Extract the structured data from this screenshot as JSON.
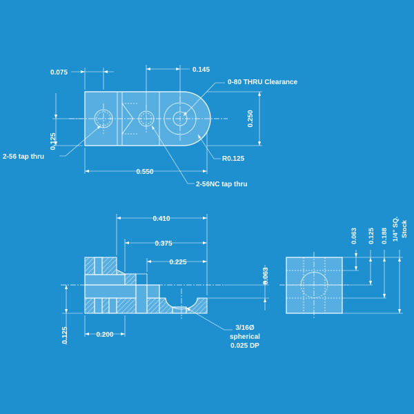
{
  "colors": {
    "background": "#1e8fcf",
    "part_fill": "#57aee0",
    "line": "#ffffff"
  },
  "top_view": {
    "dim_075": "0.075",
    "dim_145": "0.145",
    "dim_125": "0.125",
    "dim_250": "0.250",
    "dim_550": "0.550",
    "clearance_note": "0-80 THRU Clearance",
    "radius_note": "R0.125",
    "tap_note": "2-56 tap thru",
    "tap_nc_note": "2-56NC tap thru"
  },
  "front_view": {
    "dim_410": "0.410",
    "dim_375": "0.375",
    "dim_225": "0.225",
    "dim_063": "0.063",
    "dim_125": "0.125",
    "dim_200": "0.200",
    "spherical_note": [
      "3/16Ø",
      "spherical",
      "0.025 DP"
    ]
  },
  "side_view": {
    "dim_063": "0.063",
    "dim_125": "0.125",
    "dim_188": "0.188",
    "stock_note": [
      "1/4\" SQ.",
      "Stock"
    ]
  }
}
